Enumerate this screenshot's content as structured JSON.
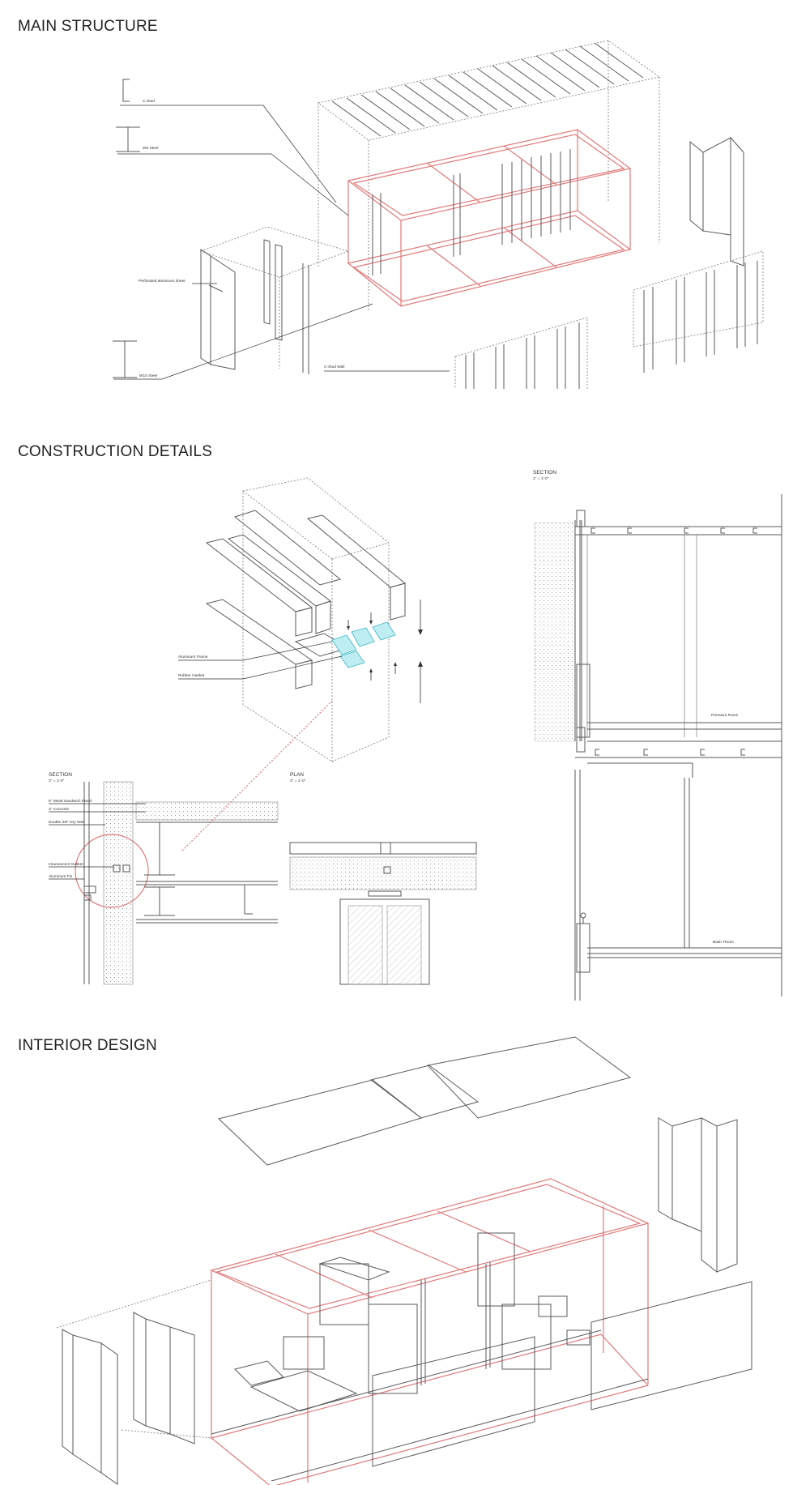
{
  "sections": {
    "main_structure": {
      "title": "MAIN STRUCTURE",
      "labels": {
        "c_stud": "C-Stud",
        "w6_steel": "W6 Steel",
        "perforated": "Perforated aluminum sheet",
        "w10_steel": "W10 Steel",
        "c_stud_wall": "C-Stud Wall"
      }
    },
    "construction_details": {
      "title": "CONSTRUCTION DETAILS",
      "labels": {
        "aluminum_frame": "Aluminum Frame",
        "rubber_gasket": "Rubber Gasket",
        "section_left_title": "SECTION",
        "section_left_scale": "3\" = 1'-0\"",
        "plan_title": "PLAN",
        "plan_scale": "3\" = 1'-0\"",
        "section_right_title": "SECTION",
        "section_right_scale": "1\" = 1'-0\"",
        "metal_sandwich": "6\" Metal Sandwich Panel",
        "concrete": "3\" Concrete",
        "dry_wall": "Double 5/8\" Dry Wall",
        "intumescent": "Intumescent Gasket",
        "aluminum_fin": "Aluminum Fin",
        "premium_room": "Premium Room",
        "basic_room": "Basic Room"
      }
    },
    "interior_design": {
      "title": "INTERIOR DESIGN"
    }
  },
  "colors": {
    "structure_red": "#e07a7a",
    "gasket_cyan": "#3cb7c4",
    "line_gray": "#5a5a5a"
  }
}
